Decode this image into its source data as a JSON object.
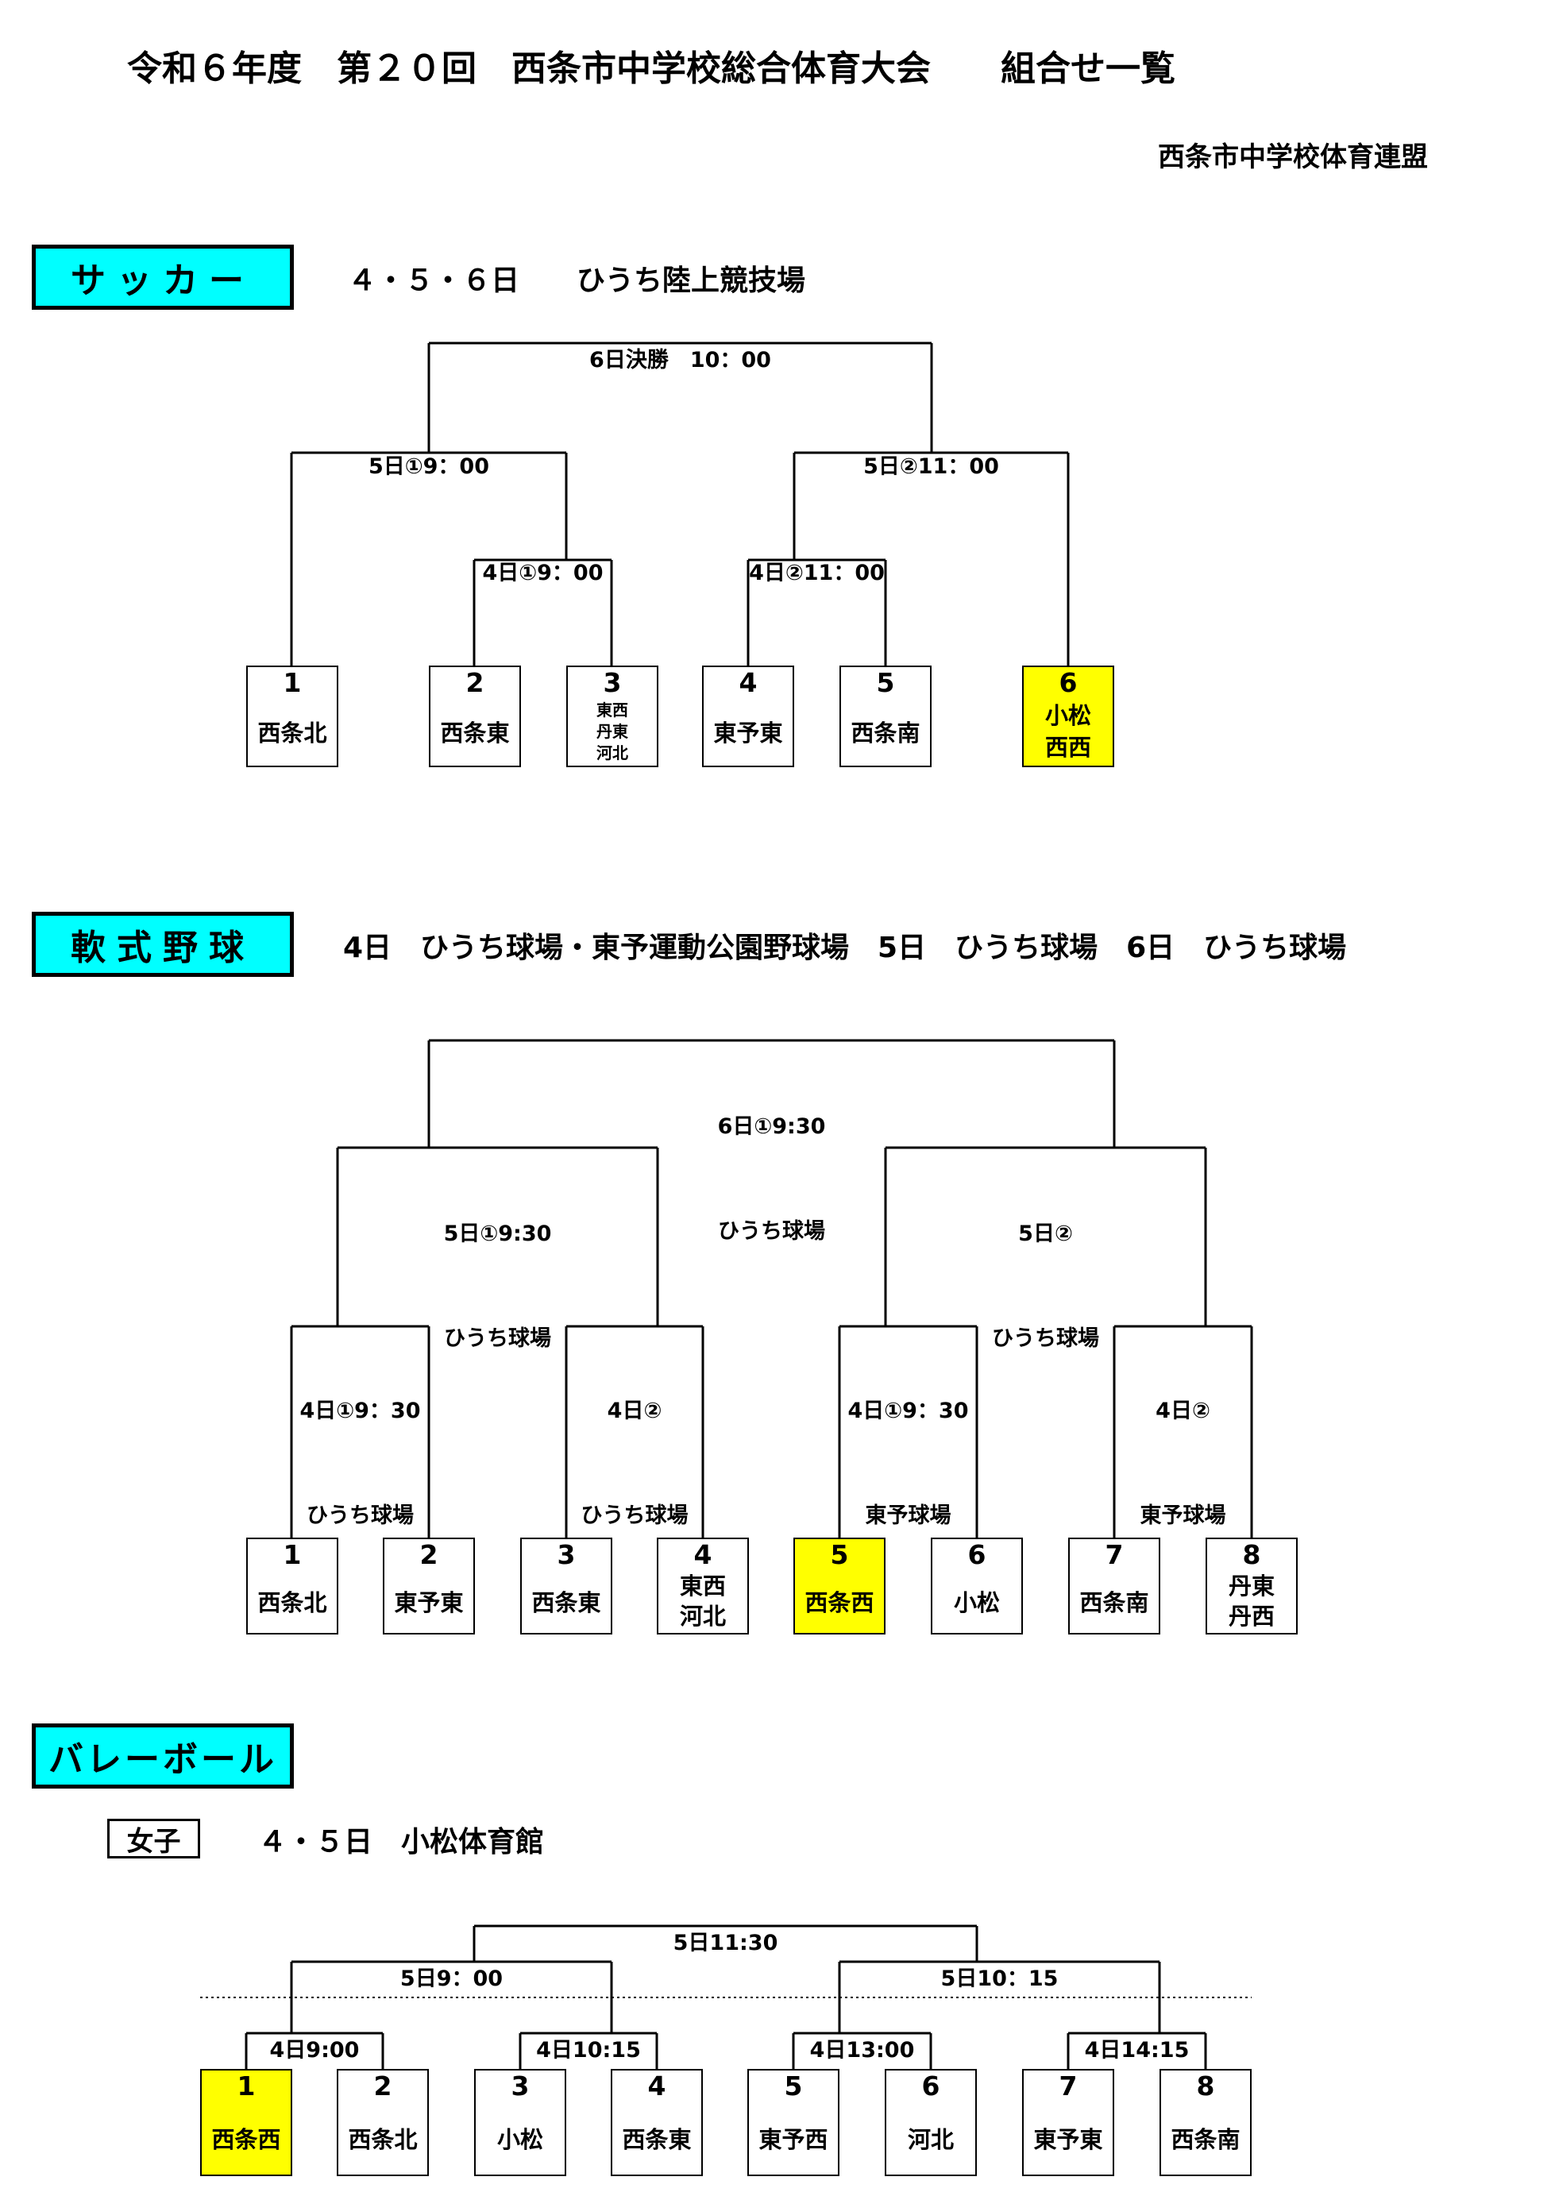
{
  "header": {
    "title": "令和６年度　第２０回　西条市中学校総合体育大会　　組合せ一覧",
    "organizer": "西条市中学校体育連盟"
  },
  "soccer": {
    "label": "サッカー",
    "venue": "４・５・６日　　ひうち陸上競技場",
    "matches": {
      "final": "6日決勝　10：00",
      "semi1": "5日①9：00",
      "semi2": "5日②11：00",
      "qf1": "4日①9：00",
      "qf2": "4日②11：00"
    },
    "teams": [
      {
        "no": "1",
        "name": [
          "西条北"
        ]
      },
      {
        "no": "2",
        "name": [
          "西条東"
        ]
      },
      {
        "no": "3",
        "name": [
          "東西",
          "丹東",
          "河北"
        ]
      },
      {
        "no": "4",
        "name": [
          "東予東"
        ]
      },
      {
        "no": "5",
        "name": [
          "西条南"
        ]
      },
      {
        "no": "6",
        "name": [
          "小松",
          "西西"
        ]
      }
    ]
  },
  "baseball": {
    "label": "軟式野球",
    "venue": "4日　ひうち球場・東予運動公園野球場　5日　ひうち球場　6日　ひうち球場",
    "matches": {
      "final": [
        "6日①9:30",
        "ひうち球場"
      ],
      "semi1": [
        "5日①9:30",
        "ひうち球場"
      ],
      "semi2": [
        "5日②",
        "ひうち球場"
      ],
      "qf1": [
        "4日①9：30",
        "ひうち球場"
      ],
      "qf2": [
        "4日②",
        "ひうち球場"
      ],
      "qf3": [
        "4日①9：30",
        "東予球場"
      ],
      "qf4": [
        "4日②",
        "東予球場"
      ]
    },
    "teams": [
      {
        "no": "1",
        "name": [
          "西条北"
        ]
      },
      {
        "no": "2",
        "name": [
          "東予東"
        ]
      },
      {
        "no": "3",
        "name": [
          "西条東"
        ]
      },
      {
        "no": "4",
        "name": [
          "東西",
          "河北"
        ]
      },
      {
        "no": "5",
        "name": [
          "西条西"
        ]
      },
      {
        "no": "6",
        "name": [
          "小松"
        ]
      },
      {
        "no": "7",
        "name": [
          "西条南"
        ]
      },
      {
        "no": "8",
        "name": [
          "丹東",
          "丹西"
        ]
      }
    ]
  },
  "volleyball": {
    "label": "バレーボール",
    "division": "女子",
    "venue": "４・５日　小松体育館",
    "matches": {
      "final": "5日11:30",
      "semi1": "5日9：00",
      "semi2": "5日10：15",
      "qf1": "4日9:00",
      "qf2": "4日10:15",
      "qf3": "4日13:00",
      "qf4": "4日14:15"
    },
    "teams": [
      {
        "no": "1",
        "name": [
          "西条西"
        ]
      },
      {
        "no": "2",
        "name": [
          "西条北"
        ]
      },
      {
        "no": "3",
        "name": [
          "小松"
        ]
      },
      {
        "no": "4",
        "name": [
          "西条東"
        ]
      },
      {
        "no": "5",
        "name": [
          "東予西"
        ]
      },
      {
        "no": "6",
        "name": [
          "河北"
        ]
      },
      {
        "no": "7",
        "name": [
          "東予東"
        ]
      },
      {
        "no": "8",
        "name": [
          "西条南"
        ]
      }
    ]
  },
  "colors": {
    "label_bg": "#00FFFF",
    "highlight": "#FFFF00"
  }
}
